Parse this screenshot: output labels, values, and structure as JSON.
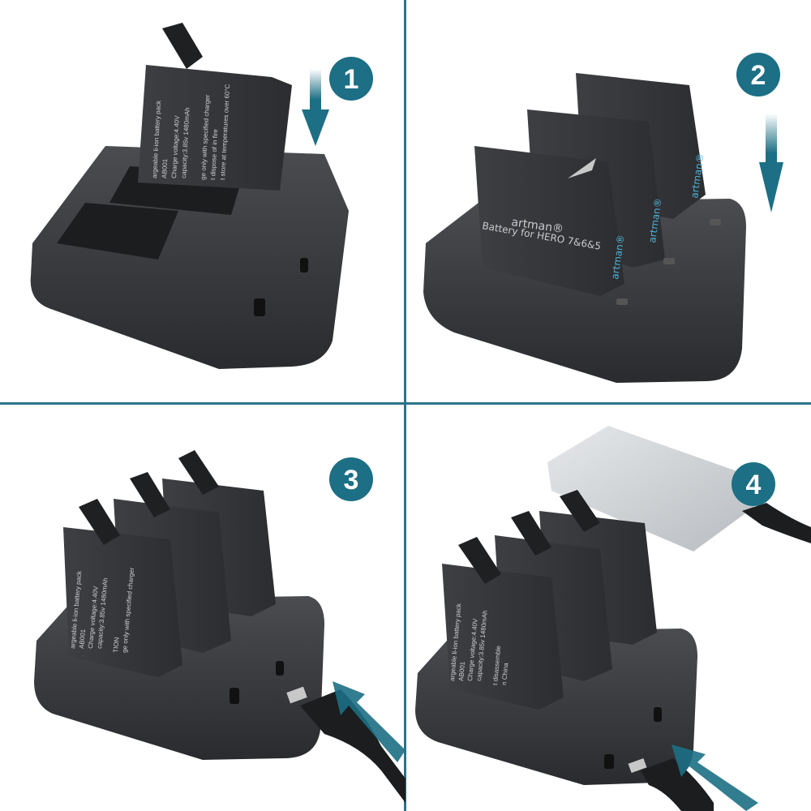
{
  "accent_color": "#1c6f84",
  "divider_color": "#2b7488",
  "steps": [
    {
      "number": "1",
      "arrow": "down"
    },
    {
      "number": "2",
      "arrow": "down"
    },
    {
      "number": "3",
      "arrow": "diagonal-in"
    },
    {
      "number": "4",
      "arrow": "diagonal-in"
    }
  ],
  "battery": {
    "brand": "artman®",
    "model_line": "Battery for HERO 7&6&5",
    "label_lines": [
      "argeable li-ion battery pack",
      "AB001",
      "Charge voltage:4.40V",
      "capacity:3.85v 1480mAh",
      "TION",
      "ge only with specified charger",
      "t dispose of in fire",
      "t store at temperatures over 60°C",
      "t disassemble",
      "n China"
    ]
  }
}
